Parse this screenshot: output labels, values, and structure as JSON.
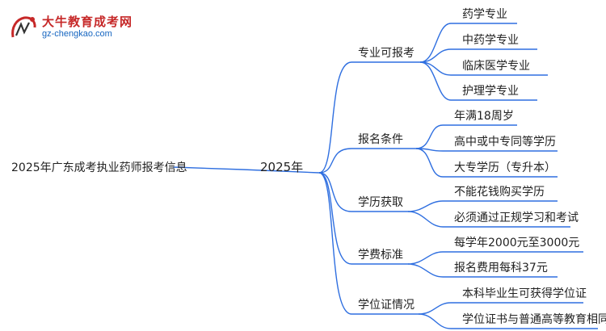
{
  "logo": {
    "name": "大牛教育成考网",
    "url": "gz-chengkao.com"
  },
  "root": "2025年广东成考执业药师报考信息",
  "center": "2025年",
  "branches": [
    {
      "label": "专业可报考",
      "leaves": [
        "药学专业",
        "中药学专业",
        "临床医学专业",
        "护理学专业"
      ]
    },
    {
      "label": "报名条件",
      "leaves": [
        "年满18周岁",
        "高中或中专同等学历",
        "大专学历（专升本）"
      ]
    },
    {
      "label": "学历获取",
      "leaves": [
        "不能花钱购买学历",
        "必须通过正规学习和考试"
      ]
    },
    {
      "label": "学费标准",
      "leaves": [
        "每学年2000元至3000元",
        "报名费用每科37元"
      ]
    },
    {
      "label": "学位证情况",
      "leaves": [
        "本科毕业生可获得学位证",
        "学位证书与普通高等教育相同"
      ]
    }
  ],
  "colors": {
    "line": "#2f6fe0",
    "text": "#222222",
    "logo_text": "#c62828",
    "logo_url": "#1565c0"
  }
}
